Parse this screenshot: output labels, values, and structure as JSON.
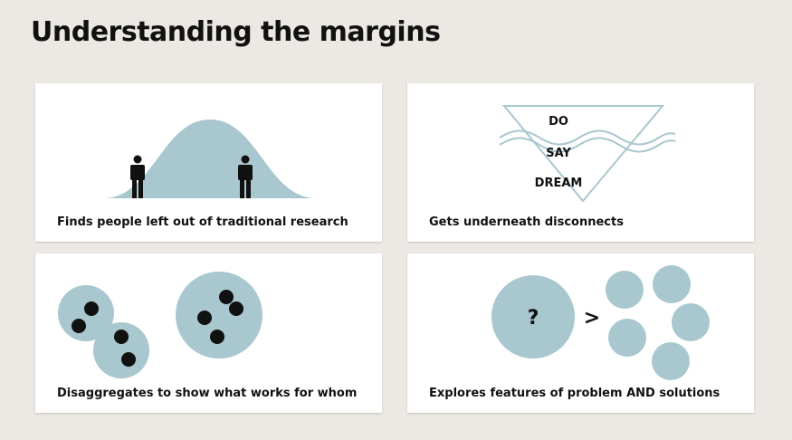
{
  "slide": {
    "title": "Understanding the margins",
    "colors": {
      "background": "#ece9e5",
      "card": "#ffffff",
      "accent_blue": "#a8c7cf",
      "ink": "#111111"
    }
  },
  "cards": [
    {
      "caption": "Finds people left out of traditional research"
    },
    {
      "caption": "Gets underneath disconnects",
      "triangle_labels": [
        "DO",
        "SAY",
        "DREAM"
      ]
    },
    {
      "caption": "Disaggregates to show what works for whom"
    },
    {
      "caption": "Explores features of problem AND solutions",
      "question_mark": "?",
      "arrow": ">"
    }
  ],
  "icons": [
    "person-icon",
    "bell-curve",
    "inverted-triangle",
    "wave-line",
    "cluster-circle",
    "arrow-icon"
  ]
}
